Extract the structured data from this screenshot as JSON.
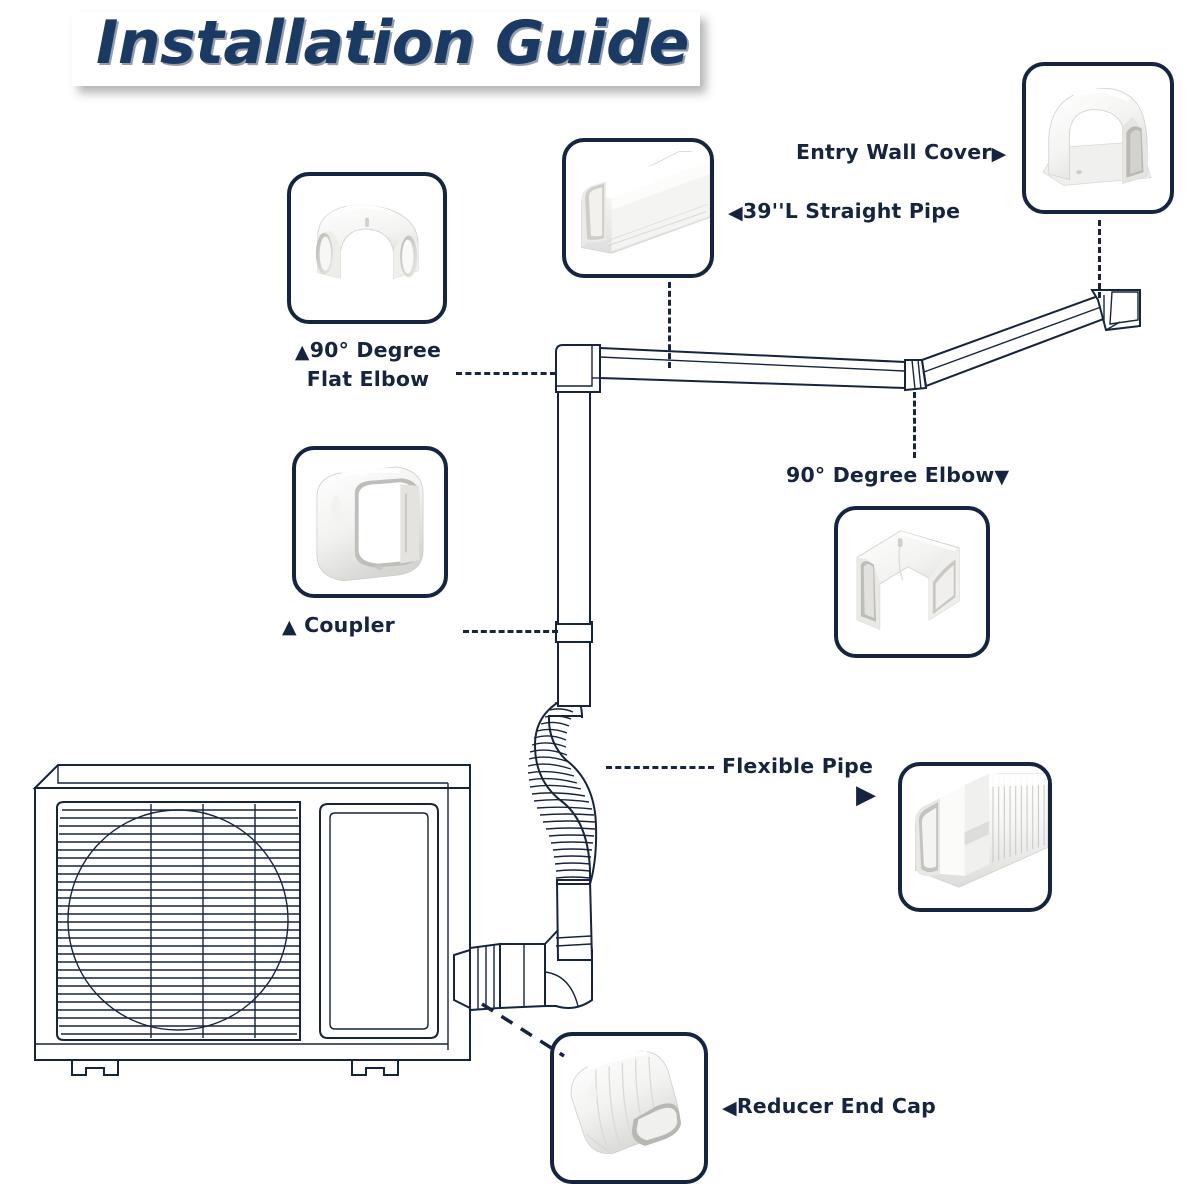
{
  "title": {
    "text": "Installation Guide"
  },
  "colors": {
    "ink": "#16243f",
    "title": "#1b3a63",
    "box_border": "#15253f",
    "background": "#ffffff"
  },
  "parts": [
    {
      "id": "flat-elbow",
      "label": "90° Degree",
      "label_line2": "Flat Elbow",
      "marker": "▲",
      "marker_position": "before",
      "image_name": "90-degree-flat-elbow-photo"
    },
    {
      "id": "straight-pipe",
      "label": "39''L Straight Pipe",
      "marker": "◀",
      "marker_position": "before",
      "image_name": "39-inch-straight-pipe-photo"
    },
    {
      "id": "entry-wall-cover",
      "label": "Entry Wall Cover",
      "marker": "▶",
      "marker_position": "after",
      "image_name": "entry-wall-cover-photo"
    },
    {
      "id": "degree-elbow",
      "label": "90° Degree Elbow",
      "marker": "▼",
      "marker_position": "after",
      "image_name": "90-degree-elbow-photo"
    },
    {
      "id": "coupler",
      "label": "Coupler",
      "marker": "▲",
      "marker_position": "before",
      "image_name": "coupler-photo"
    },
    {
      "id": "flexible-pipe",
      "label": "Flexible Pipe",
      "marker": "▶",
      "marker_position": "after",
      "image_name": "flexible-pipe-photo"
    },
    {
      "id": "reducer-end-cap",
      "label": "Reducer End Cap",
      "marker": "◀",
      "marker_position": "before",
      "image_name": "reducer-end-cap-photo"
    }
  ],
  "diagram": {
    "unit_name": "outdoor-condenser-unit",
    "line_run_name": "line-set-cover-run"
  }
}
